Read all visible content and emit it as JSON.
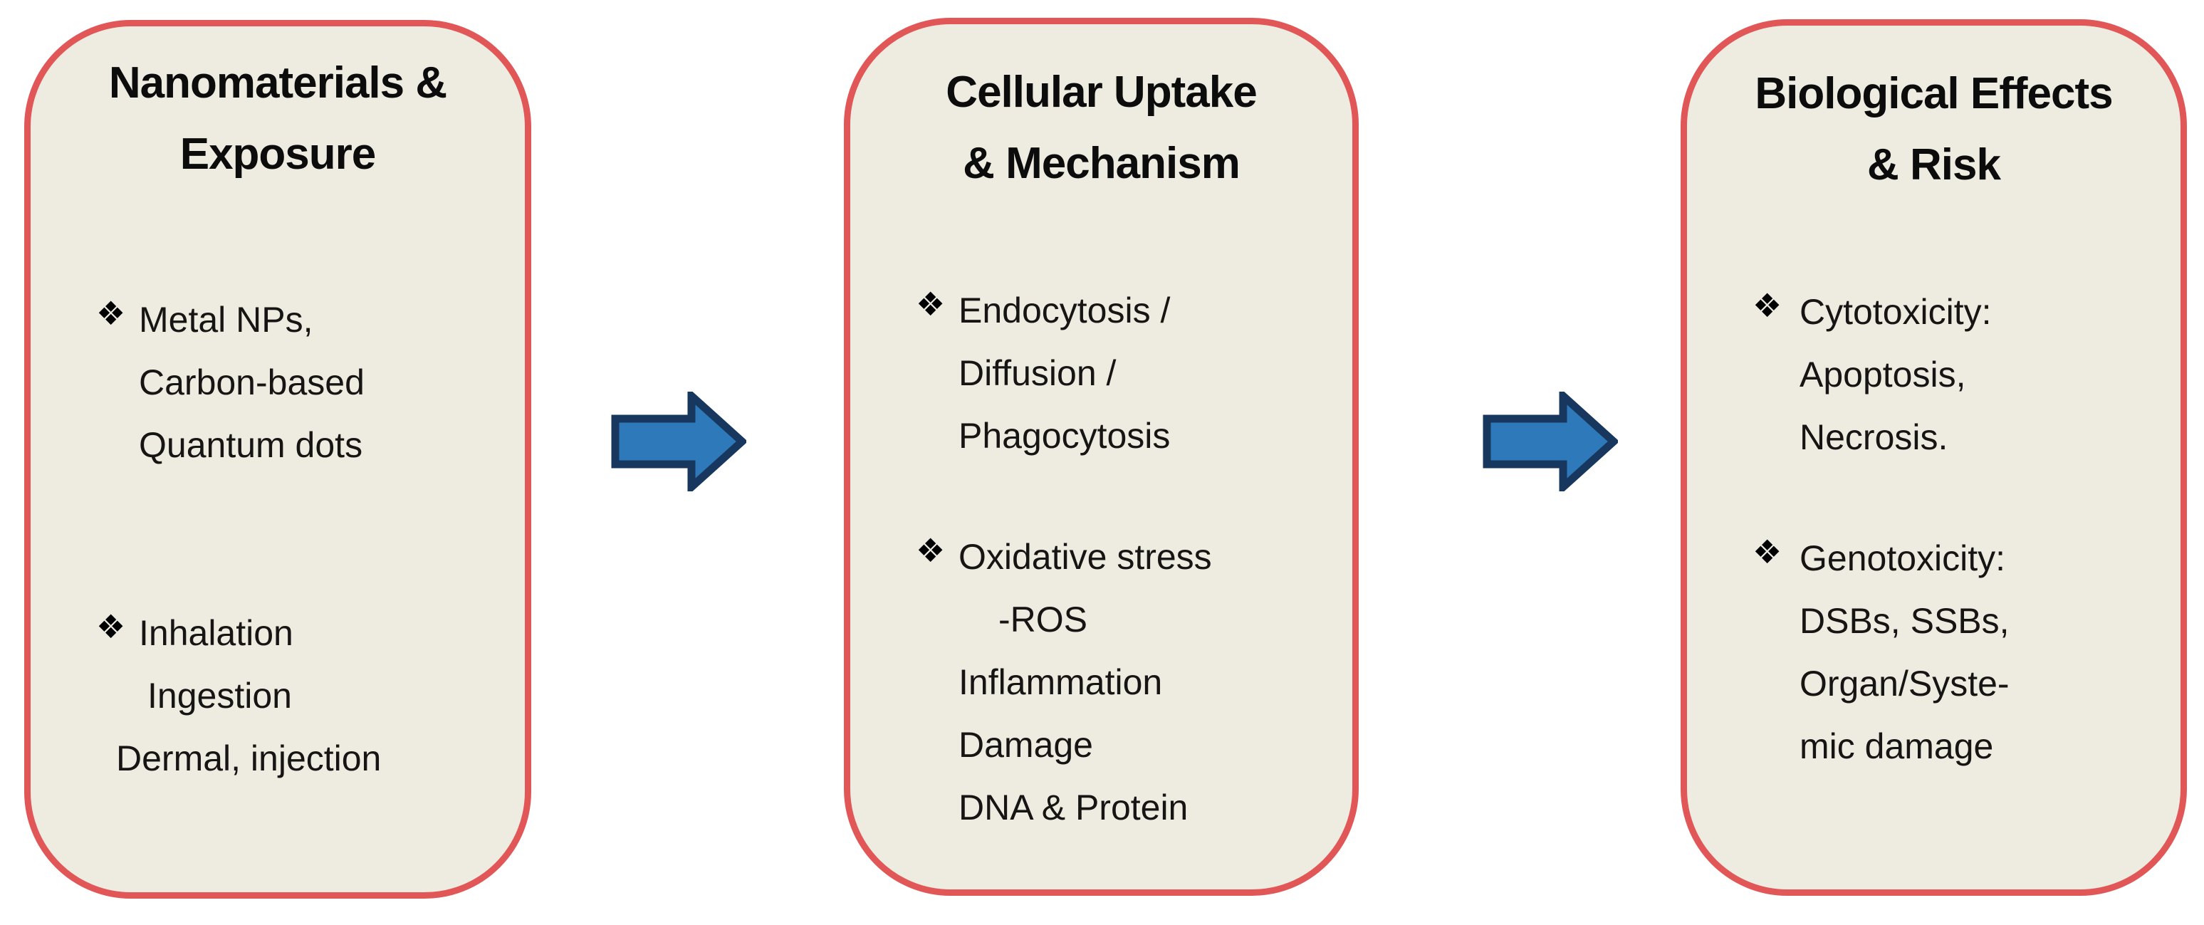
{
  "figure": {
    "bullet_marker": "❖",
    "colors": {
      "box_fill": "#EEECE1",
      "box_border": "#E15757",
      "arrow_fill": "#2E79B9",
      "arrow_border": "#17375E",
      "text": "#161514"
    },
    "boxes": [
      {
        "title_lines": [
          "Nanomaterials &",
          "Exposure"
        ],
        "bullets": [
          {
            "lines": [
              "Metal NPs,",
              "Carbon-based",
              "Quantum dots"
            ]
          },
          {
            "lines": [
              "Inhalation",
              "Ingestion",
              "Dermal, injection"
            ]
          }
        ]
      },
      {
        "title_lines": [
          "Cellular Uptake",
          "& Mechanism"
        ],
        "bullets": [
          {
            "lines": [
              "Endocytosis /",
              "Diffusion /",
              "Phagocytosis"
            ]
          },
          {
            "lines": [
              "Oxidative stress",
              "-ROS",
              "Inflammation",
              "Damage",
              "DNA & Protein"
            ]
          }
        ]
      },
      {
        "title_lines": [
          "Biological Effects",
          "& Risk"
        ],
        "bullets": [
          {
            "lines": [
              "Cytotoxicity:",
              "Apoptosis,",
              "Necrosis."
            ]
          },
          {
            "lines": [
              "Genotoxicity:",
              "DSBs, SSBs,",
              "Organ/Syste-",
              "mic damage"
            ]
          }
        ]
      }
    ]
  }
}
